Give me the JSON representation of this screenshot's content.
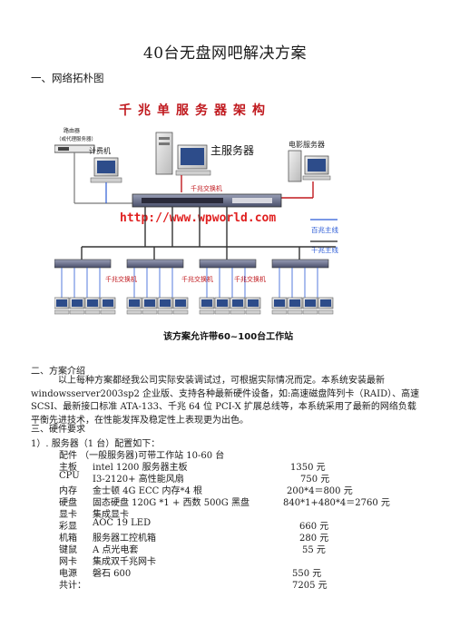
{
  "title": "40台无盘网吧解决方案",
  "section1_heading": "一、网络拓朴图",
  "diagram": {
    "banner": "千兆单服务器架构",
    "billing_pc": "计费机",
    "main_server": "主服务器",
    "movie_server": "电影服务器",
    "router_label_1": "路由器",
    "router_label_2": "（或代理服务器）",
    "core_switch": "千兆交换机",
    "watermark": "http://www.wpworld.com",
    "legend_100m": "百兆主线",
    "legend_1000m": "千兆主线",
    "switch_1": "千兆交换机",
    "switch_2": "千兆交换机",
    "switch_3": "千兆交换机",
    "caption": "该方案允许带60~100台工作站"
  },
  "section2_heading": "二、方案介绍",
  "section2_text": "以上每种方案都经我公司实际安装调试过，可根据实际情况而定。本系统安装最新windowsserver2003sp2 企业版、支持各种最新硬件设备，如:高速磁盘阵列卡（RAID）、高速SCSI、最新接口标准 ATA-133、千兆 64 位 PCI-X 扩展总线等，本系统采用了最新的网络负载平衡先进技术，在性能发挥及稳定性上表现更为出色。",
  "section3_heading": "三、硬件要求",
  "server_heading": "1）. 服务器（1 台）配置如下：",
  "config_line": "配件 （一般服务器)可带工作站 10-60 台",
  "items": [
    {
      "name": "主板",
      "desc": "intel 1200  服务器主板",
      "price": "1350 元"
    },
    {
      "name": "CPU",
      "desc": "I3-2120+ 高性能风扇",
      "price": "750 元"
    },
    {
      "name": "内存",
      "desc": "金士顿 4G ECC 内存*4 根",
      "price": "200*4＝800 元"
    },
    {
      "name": "硬盘",
      "desc": "固态硬盘 120G *1 +  西数 500G  黑盘",
      "price": "840*1+480*4＝2760 元"
    },
    {
      "name": "显卡",
      "desc": "集成显卡",
      "price": ""
    },
    {
      "name": "彩显",
      "desc": "AOC 19 LED",
      "price": "660 元"
    },
    {
      "name": "机箱",
      "desc": "服务器工控机箱",
      "price": "280 元"
    },
    {
      "name": "键鼠",
      "desc": "A 点光电套",
      "price": "55 元"
    },
    {
      "name": "网卡",
      "desc": "集成双千兆网卡",
      "price": ""
    },
    {
      "name": "电源",
      "desc": "磐石 600",
      "price": "550 元"
    }
  ],
  "total_label": "共计：",
  "total_price": "7205 元"
}
